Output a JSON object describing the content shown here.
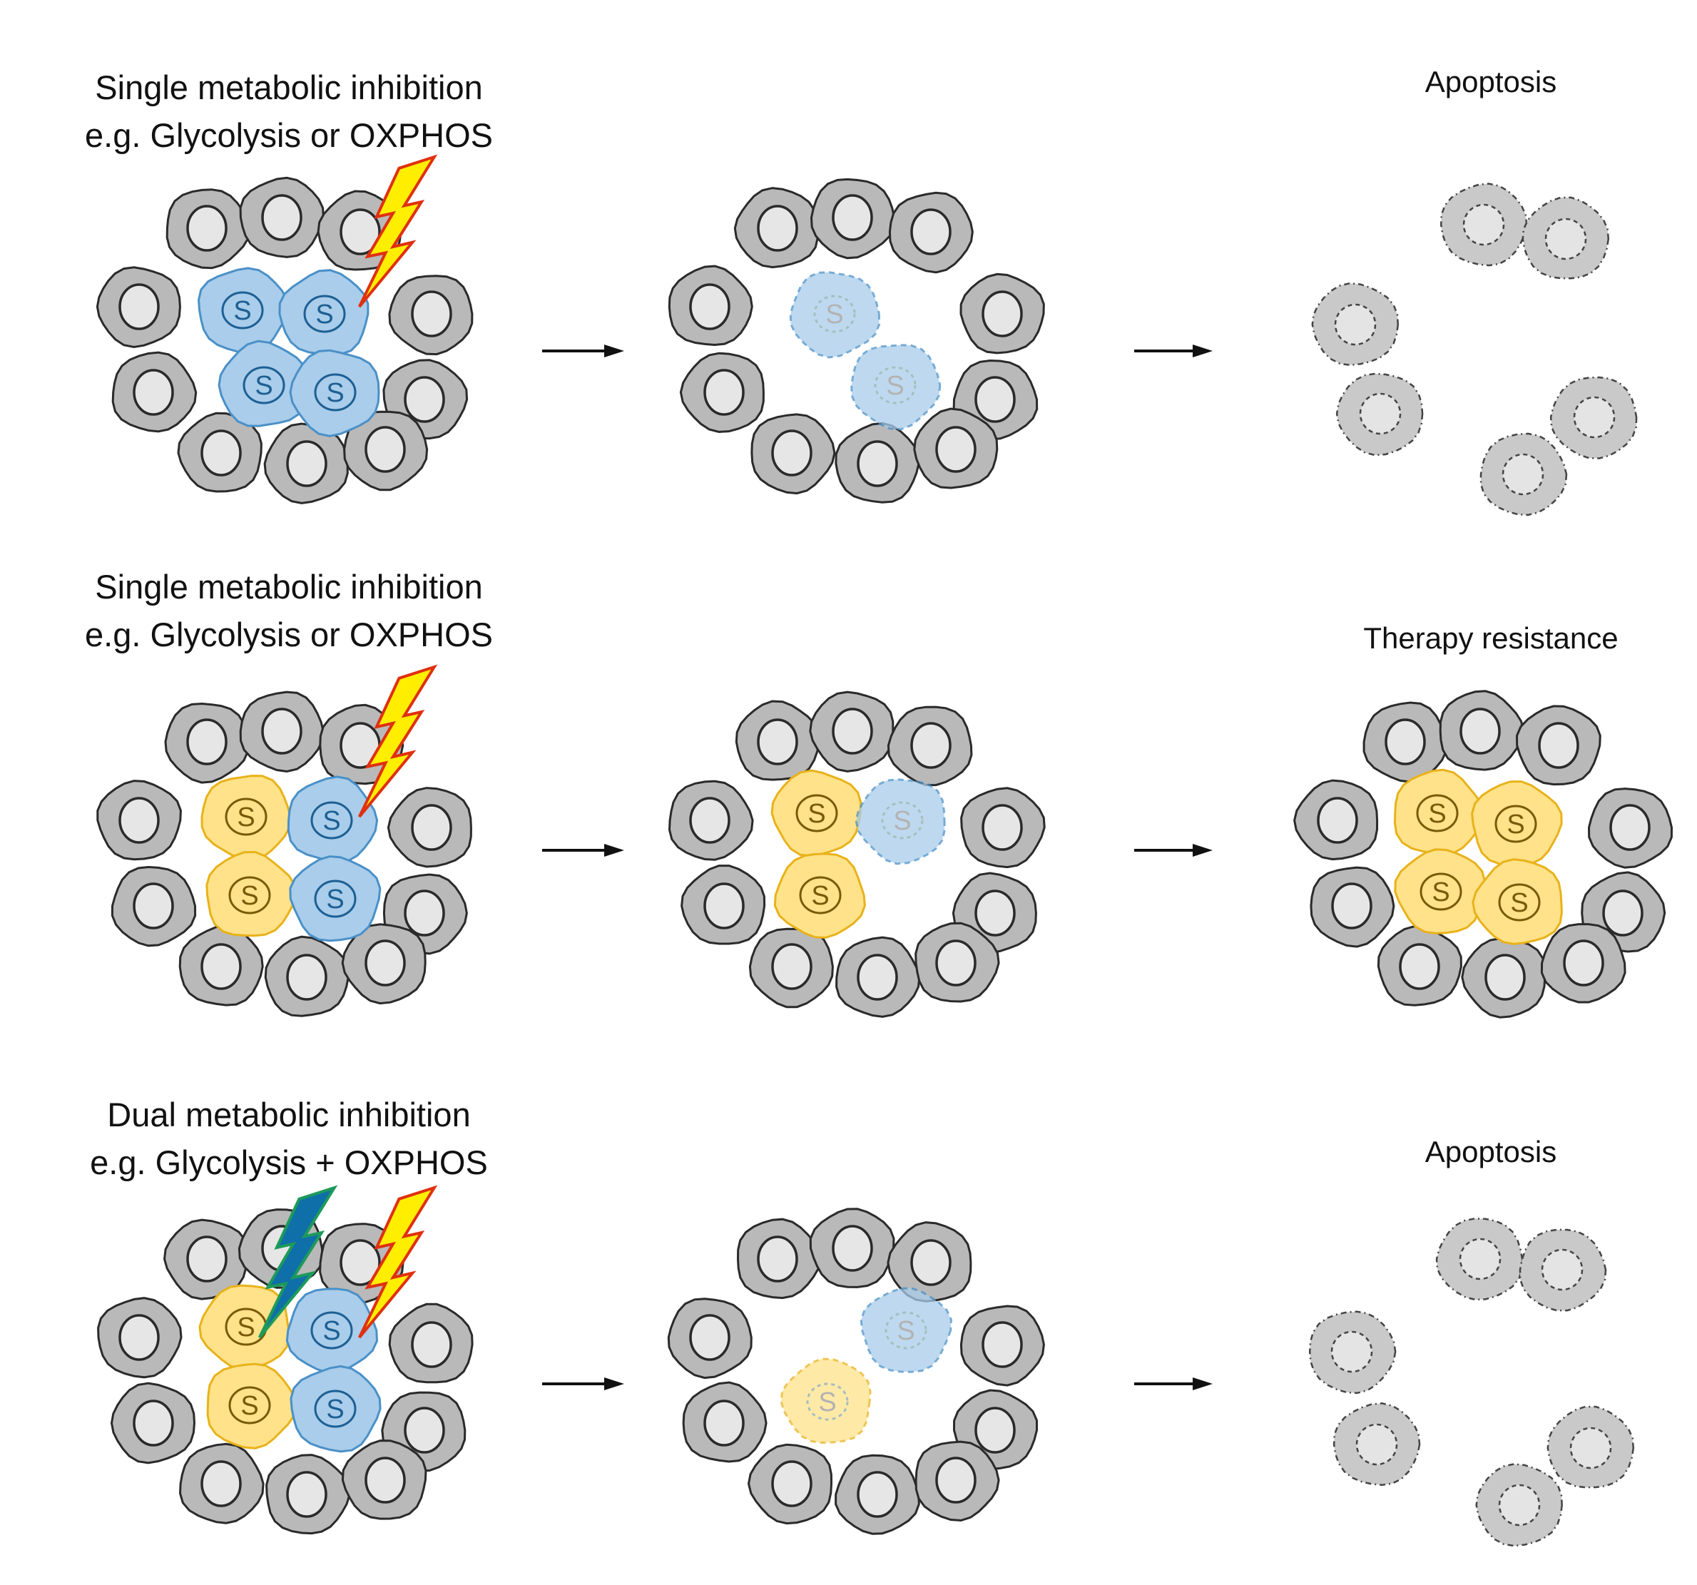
{
  "rows": [
    {
      "title_line1": "Single metabolic inhibition",
      "title_line2": "e.g. Glycolysis or OXPHOS",
      "outcome": "Apoptosis"
    },
    {
      "title_line1": "Single metabolic inhibition",
      "title_line2": "e.g. Glycolysis or OXPHOS",
      "outcome": "Therapy resistance"
    },
    {
      "title_line1": "Dual metabolic inhibition",
      "title_line2": "e.g. Glycolysis + OXPHOS",
      "outcome": "Apoptosis"
    }
  ],
  "stem_cell_letter": "S",
  "colors": {
    "normal_cell_fill": "#b9b9b9",
    "normal_cell_stroke": "#2a2a2a",
    "nucleus_fill": "#e6e6e6",
    "blue_stem_fill": "#a9cdea",
    "blue_stem_stroke": "#4a90c8",
    "blue_stem_text": "#1d5f93",
    "yellow_stem_fill": "#ffe28a",
    "yellow_stem_stroke": "#e8b21a",
    "yellow_stem_text": "#7a5a08",
    "lightning_fill": "#ffee00",
    "lightning_stroke": "#e03010",
    "lightning2_fill": "#0f6fa8",
    "lightning2_stroke": "#1d9a5a",
    "arrow_color": "#111111"
  }
}
